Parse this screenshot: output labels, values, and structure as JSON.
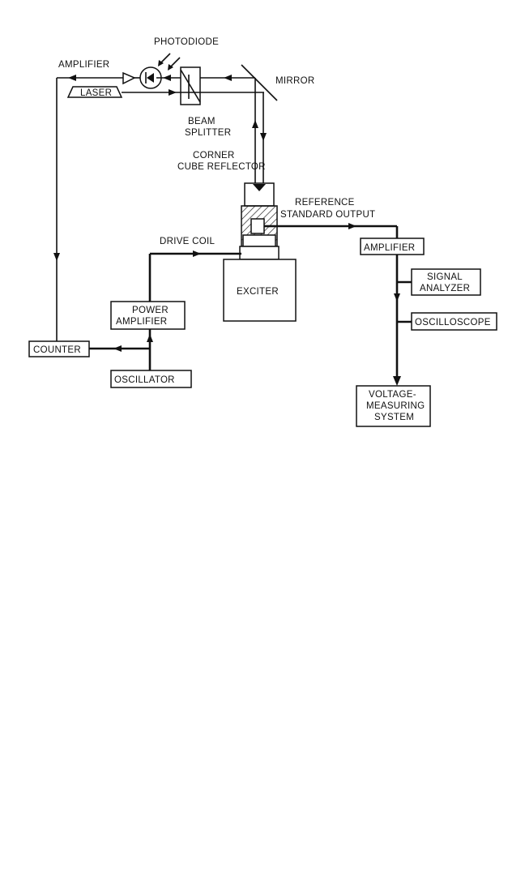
{
  "labels": {
    "photodiode": "PHOTODIODE",
    "amplifier_top": "AMPLIFIER",
    "mirror": "MIRROR",
    "laser": "LASER",
    "beam": "BEAM",
    "splitter": "SPLITTER",
    "corner": "CORNER",
    "cube_reflector": "CUBE REFLECTOR",
    "reference": "REFERENCE",
    "standard_output": "STANDARD OUTPUT",
    "drive_coil": "DRIVE COIL",
    "amplifier_right": "AMPLIFIER",
    "exciter": "EXCITER",
    "signal": "SIGNAL",
    "analyzer": "ANALYZER",
    "power": "POWER",
    "power_amplifier": "AMPLIFIER",
    "oscilloscope": "OSCILLOSCOPE",
    "counter": "COUNTER",
    "oscillator": "OSCILLATOR",
    "voltage": "VOLTAGE-",
    "measuring": "MEASURING",
    "system": "SYSTEM"
  },
  "colors": {
    "ink": "#111111",
    "background": "#ffffff"
  }
}
